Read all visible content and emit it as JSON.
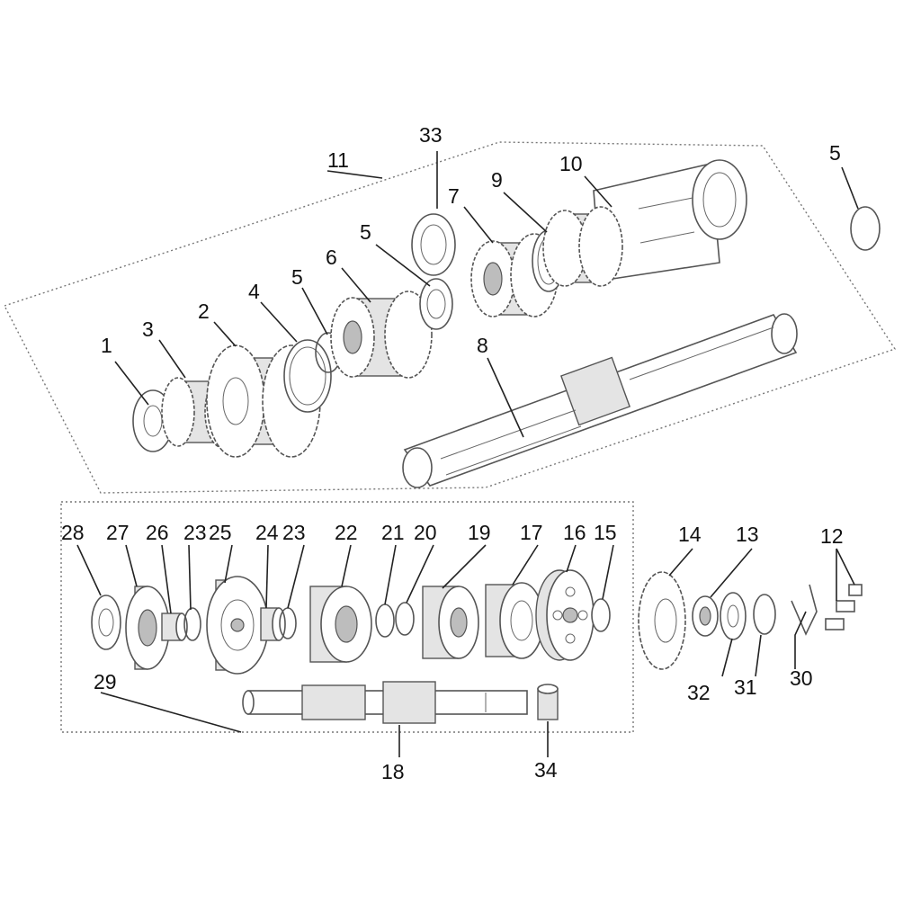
{
  "callouts": [
    "1",
    "2",
    "3",
    "4",
    "5",
    "6",
    "5",
    "33",
    "7",
    "9",
    "10",
    "5",
    "8",
    "11",
    "28",
    "27",
    "26",
    "23",
    "25",
    "24",
    "23",
    "22",
    "21",
    "20",
    "19",
    "17",
    "16",
    "15",
    "14",
    "13",
    "12",
    "29",
    "18",
    "34",
    "32",
    "31",
    "30"
  ]
}
